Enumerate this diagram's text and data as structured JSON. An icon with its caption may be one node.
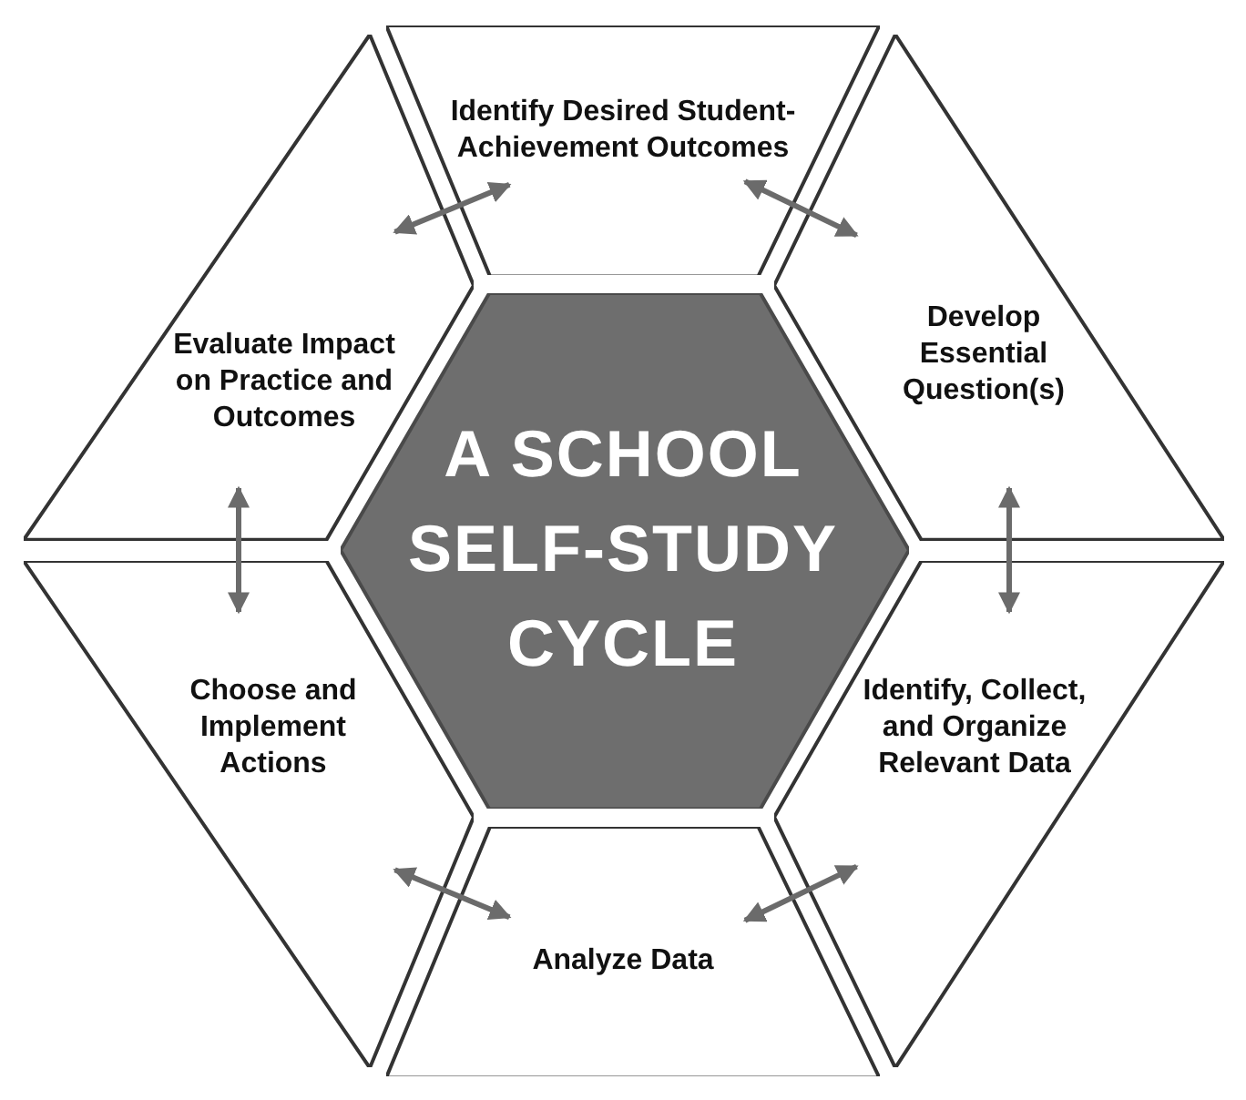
{
  "diagram": {
    "nodes": [
      {
        "text": [
          "Identify Desired Student-Achievement Outcomes"
        ]
      },
      {
        "text": [
          "Develop Essential Question(s)"
        ]
      },
      {
        "text": [
          "Identify, Collect, and Organize Relevant Data"
        ]
      },
      {
        "text": [
          "Analyze Data"
        ]
      },
      {
        "text": [
          "Choose and Implement Actions"
        ]
      },
      {
        "text": [
          "Evaluate Impact on Practice and Outcomes"
        ]
      },
      {
        "text": [
          "A SCHOOL SELF-STUDY CYCLE"
        ]
      }
    ],
    "edges": [
      {
        "from": 0,
        "to": 1,
        "arrow": "both"
      },
      {
        "from": 1,
        "to": 2,
        "arrow": "both"
      },
      {
        "from": 2,
        "to": 3,
        "arrow": "both"
      },
      {
        "from": 3,
        "to": 4,
        "arrow": "both"
      },
      {
        "from": 4,
        "to": 5,
        "arrow": "both"
      },
      {
        "from": 5,
        "to": 0,
        "arrow": "both"
      }
    ]
  }
}
